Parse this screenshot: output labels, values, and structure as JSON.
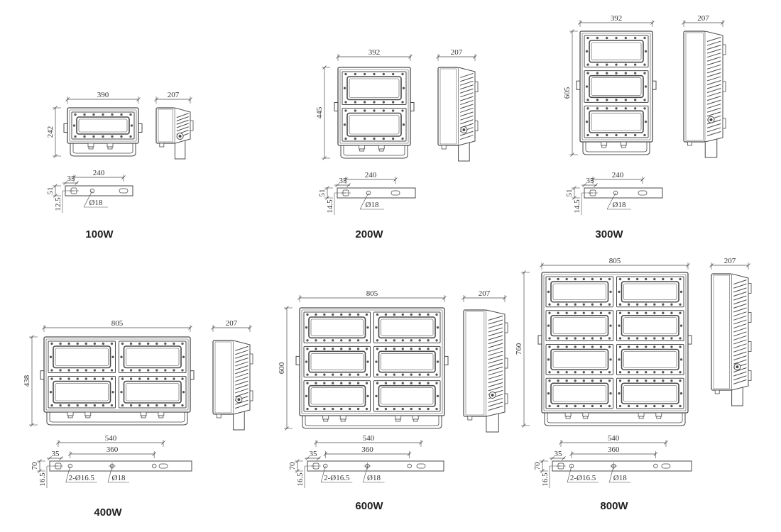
{
  "models": [
    {
      "id": "100w",
      "label": "100W",
      "width": "390",
      "height": "242",
      "depth": "207",
      "cols": 1,
      "rows": 1,
      "bracket": {
        "span": "240",
        "offset": "35",
        "height": "51",
        "hole_offset": "12.5",
        "hole": "Ø18"
      }
    },
    {
      "id": "200w",
      "label": "200W",
      "width": "392",
      "height": "445",
      "depth": "207",
      "cols": 1,
      "rows": 2,
      "bracket": {
        "span": "240",
        "offset": "35",
        "height": "51",
        "hole_offset": "14.5",
        "hole": "Ø18"
      }
    },
    {
      "id": "300w",
      "label": "300W",
      "width": "392",
      "height": "605",
      "depth": "207",
      "cols": 1,
      "rows": 3,
      "bracket": {
        "span": "240",
        "offset": "35",
        "height": "51",
        "hole_offset": "14.5",
        "hole": "Ø18"
      }
    },
    {
      "id": "400w",
      "label": "400W",
      "width": "805",
      "height": "438",
      "depth": "207",
      "cols": 2,
      "rows": 2,
      "bracket": {
        "span": "540",
        "inner_span": "360",
        "offset": "35",
        "height": "70",
        "hole_offset": "16.5",
        "holes": "2-Ø16.5",
        "hole": "Ø18"
      }
    },
    {
      "id": "600w",
      "label": "600W",
      "width": "805",
      "height": "600",
      "depth": "207",
      "cols": 2,
      "rows": 3,
      "bracket": {
        "span": "540",
        "inner_span": "360",
        "offset": "35",
        "height": "70",
        "hole_offset": "16.5",
        "holes": "2-Ø16.5",
        "hole": "Ø18"
      }
    },
    {
      "id": "800w",
      "label": "800W",
      "width": "805",
      "height": "760",
      "depth": "207",
      "cols": 2,
      "rows": 4,
      "bracket": {
        "span": "540",
        "inner_span": "360",
        "offset": "35",
        "height": "70",
        "hole_offset": "16.5",
        "holes": "2-Ø16.5",
        "hole": "Ø18"
      }
    }
  ]
}
